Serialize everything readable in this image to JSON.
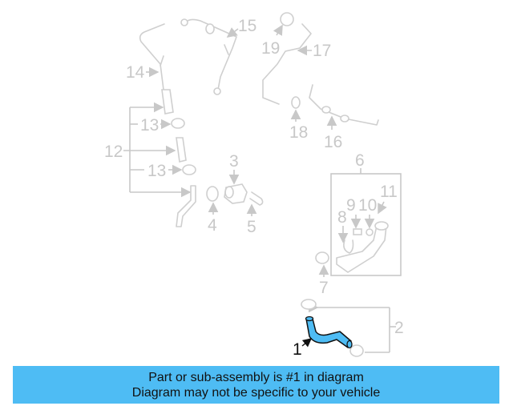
{
  "diagram": {
    "highlight_color": "#4ebcf4",
    "line_color": "#c8c8c8",
    "callouts": [
      {
        "id": "1",
        "label": "1",
        "highlighted": true
      },
      {
        "id": "2",
        "label": "2"
      },
      {
        "id": "3",
        "label": "3"
      },
      {
        "id": "4",
        "label": "4"
      },
      {
        "id": "5",
        "label": "5"
      },
      {
        "id": "6",
        "label": "6"
      },
      {
        "id": "7",
        "label": "7"
      },
      {
        "id": "8",
        "label": "8"
      },
      {
        "id": "9",
        "label": "9"
      },
      {
        "id": "10",
        "label": "10"
      },
      {
        "id": "11",
        "label": "11"
      },
      {
        "id": "12",
        "label": "12"
      },
      {
        "id": "13a",
        "label": "13"
      },
      {
        "id": "13b",
        "label": "13"
      },
      {
        "id": "14",
        "label": "14"
      },
      {
        "id": "15",
        "label": "15"
      },
      {
        "id": "16",
        "label": "16"
      },
      {
        "id": "17",
        "label": "17"
      },
      {
        "id": "18",
        "label": "18"
      },
      {
        "id": "19",
        "label": "19"
      }
    ]
  },
  "banner": {
    "line1": "Part or sub-assembly is #1 in diagram",
    "line2": "Diagram may not be specific to your vehicle",
    "background": "#4ebcf4"
  }
}
